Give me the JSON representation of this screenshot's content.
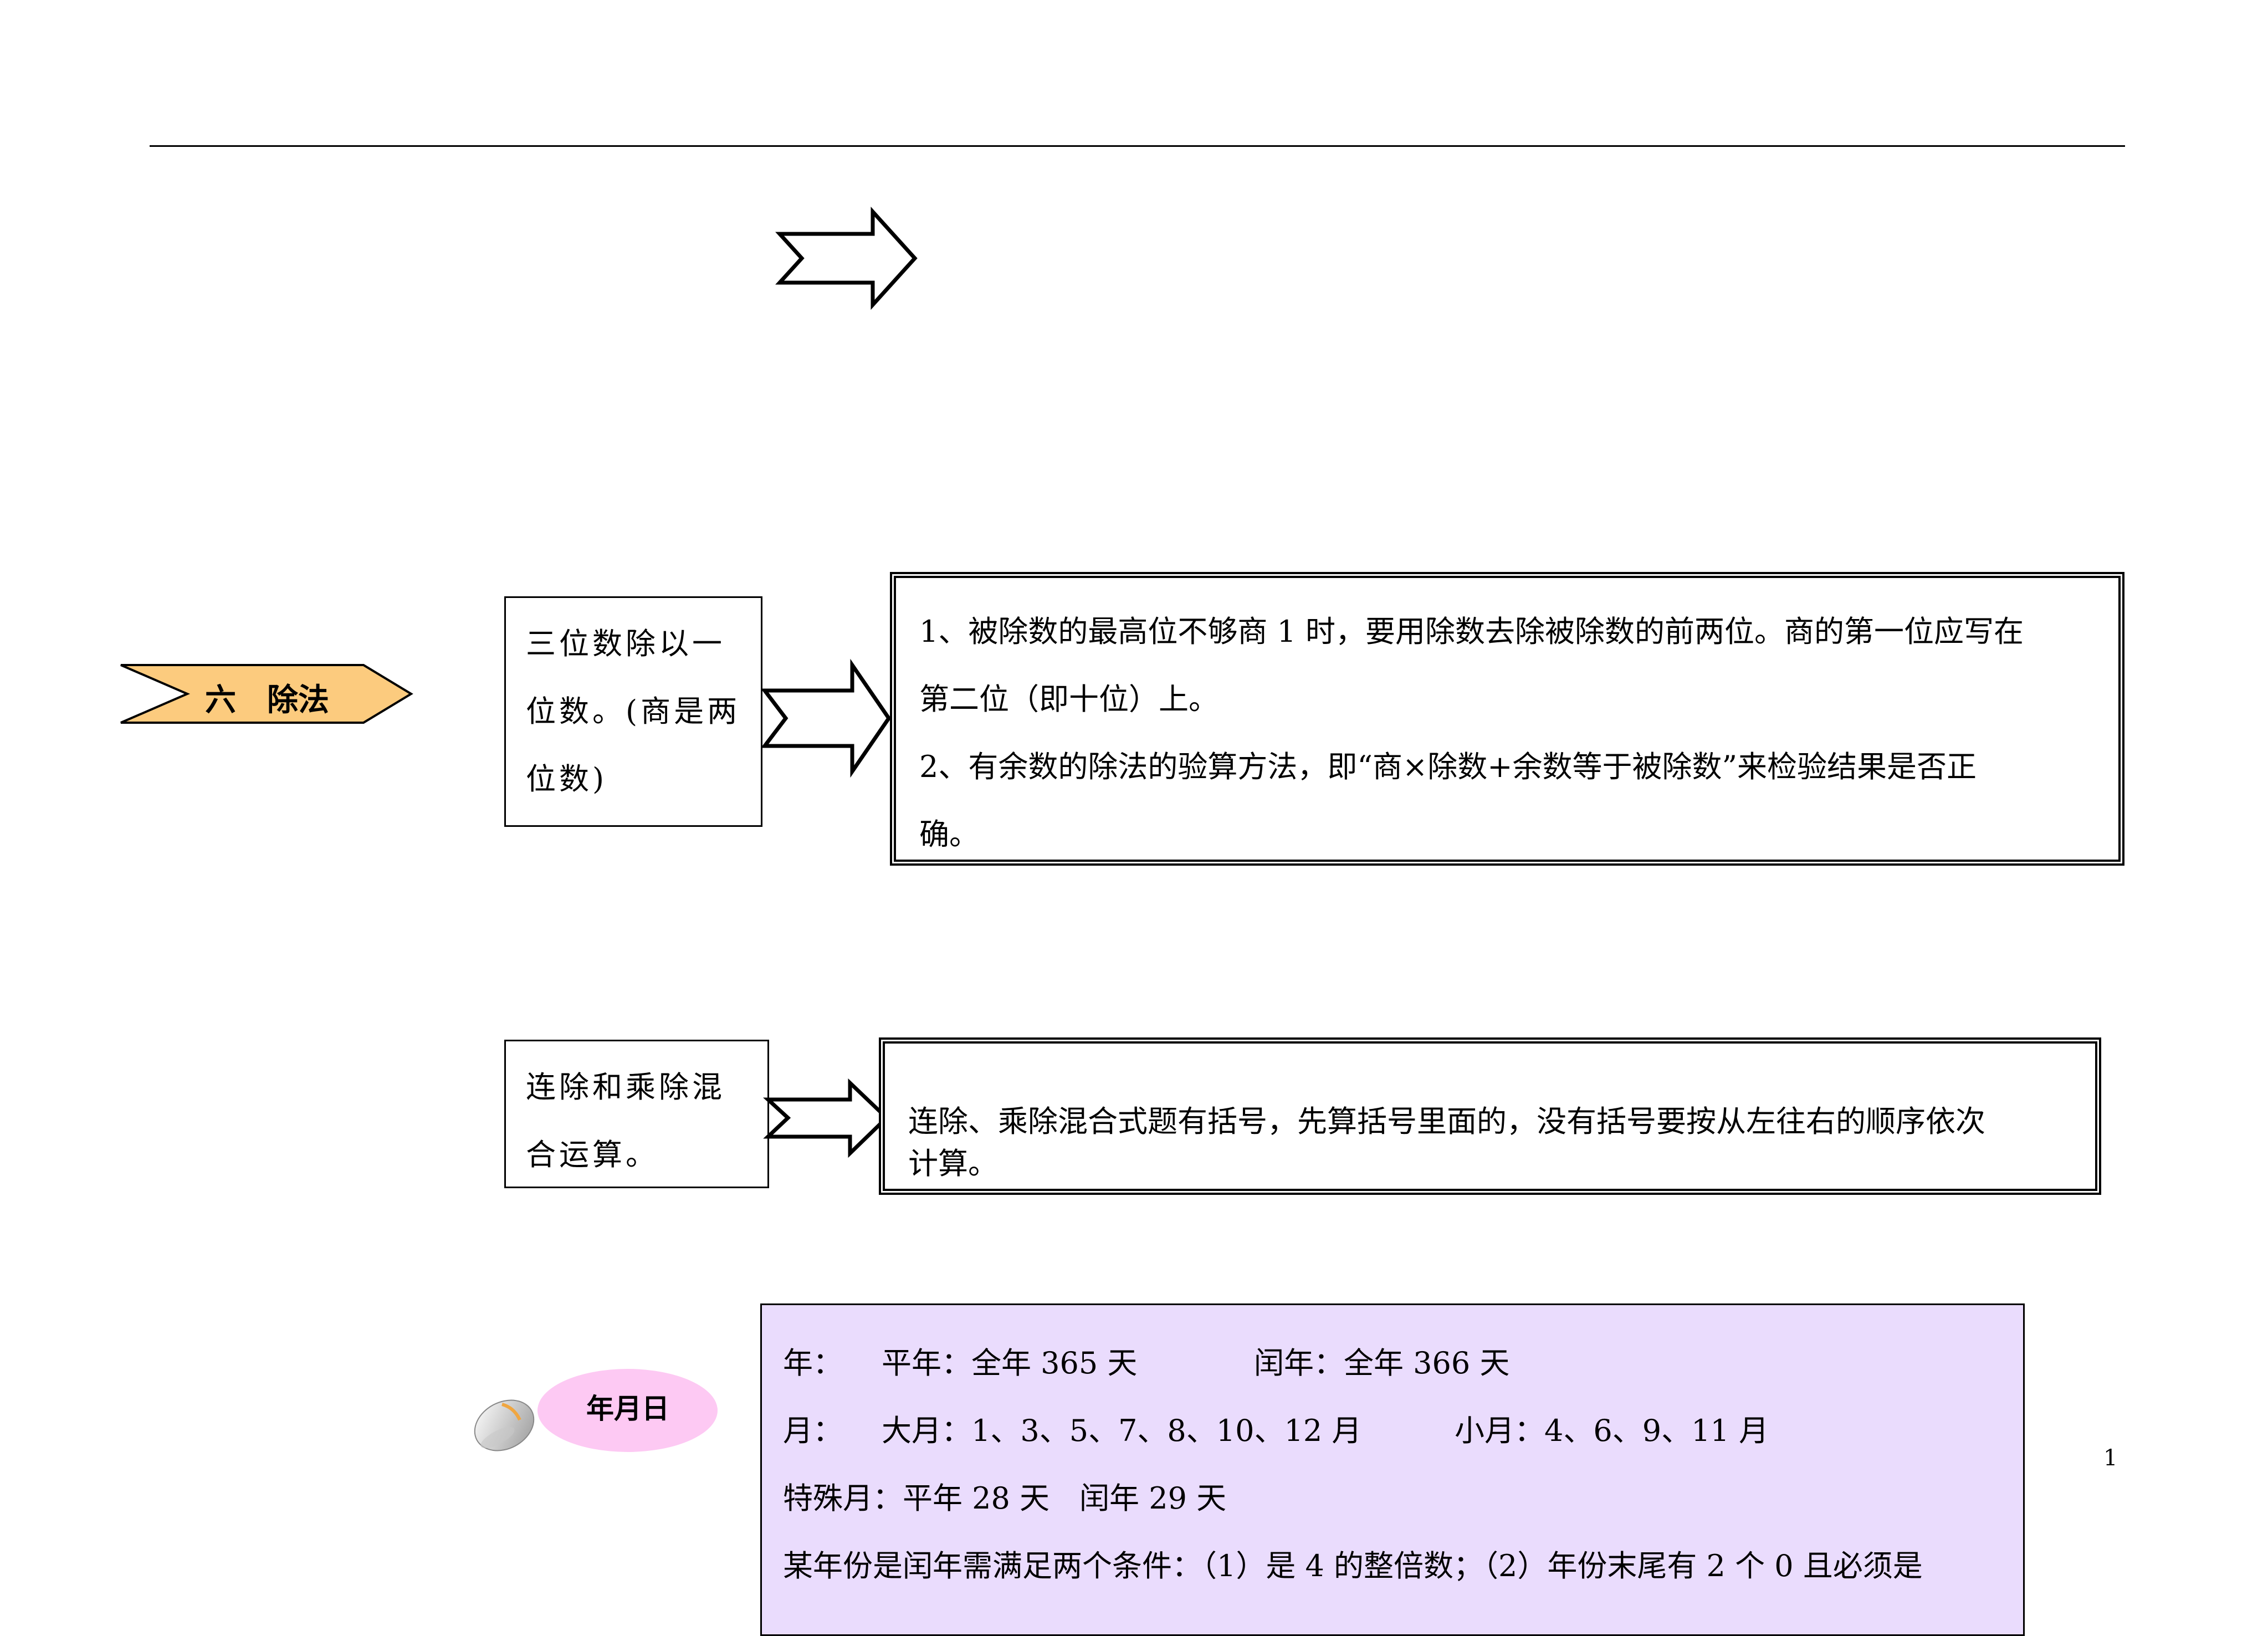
{
  "chapter": {
    "label": "六　除法"
  },
  "section1": {
    "topic": "三位数除以一位数。(商是两位数)",
    "topic_lines": [
      "三位数除以一",
      "位数。(商是两",
      "位数)"
    ],
    "rules": [
      "1、被除数的最高位不够商 1 时，要用除数去除被除数的前两位。商的第一位应写在",
      "第二位（即十位）上。",
      "2、有余数的除法的验算方法，即“商×除数+余数等于被除数”来检验结果是否正",
      "确。"
    ]
  },
  "section2": {
    "topic_lines": [
      "连除和乘除混",
      "合运算。"
    ],
    "rule_lines": [
      "连除、乘除混合式题有括号，先算括号里面的，没有括号要按从左往右的顺序依次",
      "计算。"
    ]
  },
  "section3": {
    "badge": "年月日",
    "icon": "computer-mouse-icon",
    "year_label": "年：",
    "common_year": "平年：全年 365 天",
    "leap_year": "闰年：全年 366 天",
    "month_label": "月：",
    "big_months": "大月：1、3、5、7、8、10、12 月",
    "small_months": "小月：4、6、9、11 月",
    "special_month": "特殊月：平年 28 天　闰年 29 天",
    "leap_rule": "某年份是闰年需满足两个条件：（1）是 4 的整倍数；（2）年份末尾有 2 个 0 且必须是"
  },
  "colors": {
    "chapter_tag": "#fccb7e",
    "badge_oval": "#fdc9f3",
    "info_box": "#eadcfd"
  },
  "page_number": "1"
}
